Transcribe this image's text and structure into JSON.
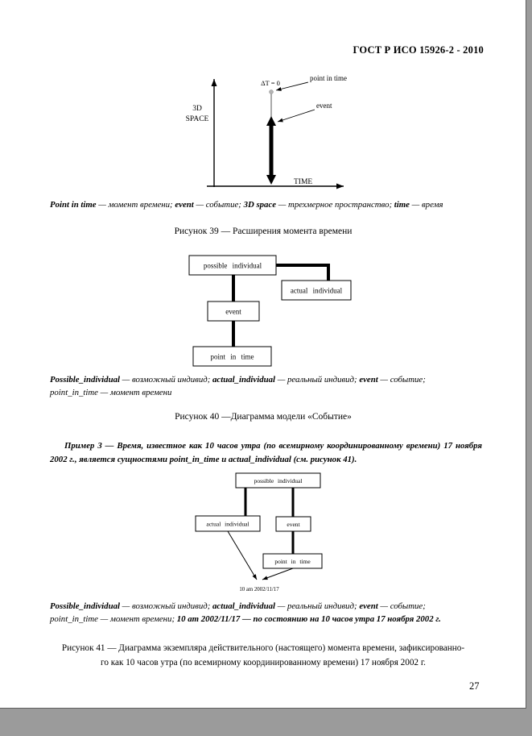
{
  "doc": {
    "header": "ГОСТ Р ИСО 15926-2 - 2010",
    "page_number": "27"
  },
  "fig39": {
    "axis": {
      "space1": "3D",
      "space2": "SPACE",
      "time": "TIME"
    },
    "labels": {
      "delta": "ΔT = 0",
      "point_in_time": "point in time",
      "event": "event"
    },
    "caption": [
      {
        "t": "Point in time",
        "b": true
      },
      {
        "t": " — момент времени; ",
        "b": false
      },
      {
        "t": "event",
        "b": true
      },
      {
        "t": " — событие; ",
        "b": false
      },
      {
        "t": "3D space",
        "b": true
      },
      {
        "t": " — трехмерное пространство; ",
        "b": false
      },
      {
        "t": "time",
        "b": true
      },
      {
        "t": " — время",
        "b": false
      }
    ],
    "title": "Рисунок 39 — Расширения момента времени"
  },
  "fig40": {
    "boxes": {
      "possible_individual": "possible individual",
      "actual_individual": "actual individual",
      "event": "event",
      "point_in_time": "point in time"
    },
    "caption1": [
      {
        "t": "Possible_individual",
        "b": true
      },
      {
        "t": " — возможный индивид; ",
        "b": false
      },
      {
        "t": "actual_individual",
        "b": true
      },
      {
        "t": " — реальный индивид; ",
        "b": false
      },
      {
        "t": "event",
        "b": true
      },
      {
        "t": " — событие;",
        "b": false
      }
    ],
    "caption2": [
      {
        "t": "point_in_time",
        "b": false
      },
      {
        "t": " — момент времени",
        "b": false
      }
    ],
    "title": "Рисунок 40 —Диаграмма модели «Событие»"
  },
  "example3": {
    "text": "Пример 3 — Время, известное как 10 часов утра (по всемирному координированному времени) 17 ноября 2002 г., является сущностями point_in_time и actual_individual (см. рисунок 41)."
  },
  "fig41": {
    "boxes": {
      "possible_individual": "possible individual",
      "actual_individual": "actual individual",
      "event": "event",
      "point_in_time": "point in time"
    },
    "instance": "10 am 2002/11/17",
    "caption1": [
      {
        "t": "Possible_individual",
        "b": true
      },
      {
        "t": " — возможный индивид; ",
        "b": false
      },
      {
        "t": "actual_individual",
        "b": true
      },
      {
        "t": " — реальный индивид; ",
        "b": false
      },
      {
        "t": "event",
        "b": true
      },
      {
        "t": " — событие;",
        "b": false
      }
    ],
    "caption2": [
      {
        "t": "point_in_time",
        "b": false
      },
      {
        "t": " — момент времени; ",
        "b": false
      },
      {
        "t": "10 am 2002/11/17",
        "b": true
      },
      {
        "t": " — по состоянию на 10 часов утра 17 ноября 2002 г.",
        "b": true
      }
    ],
    "title_line1": "Рисунок 41 — Диаграмма экземпляра действительного (настоящего) момента времени, зафиксированно-",
    "title_line2": "го как 10 часов утра (по всемирному координированному времени) 17 ноября 2002 г."
  }
}
